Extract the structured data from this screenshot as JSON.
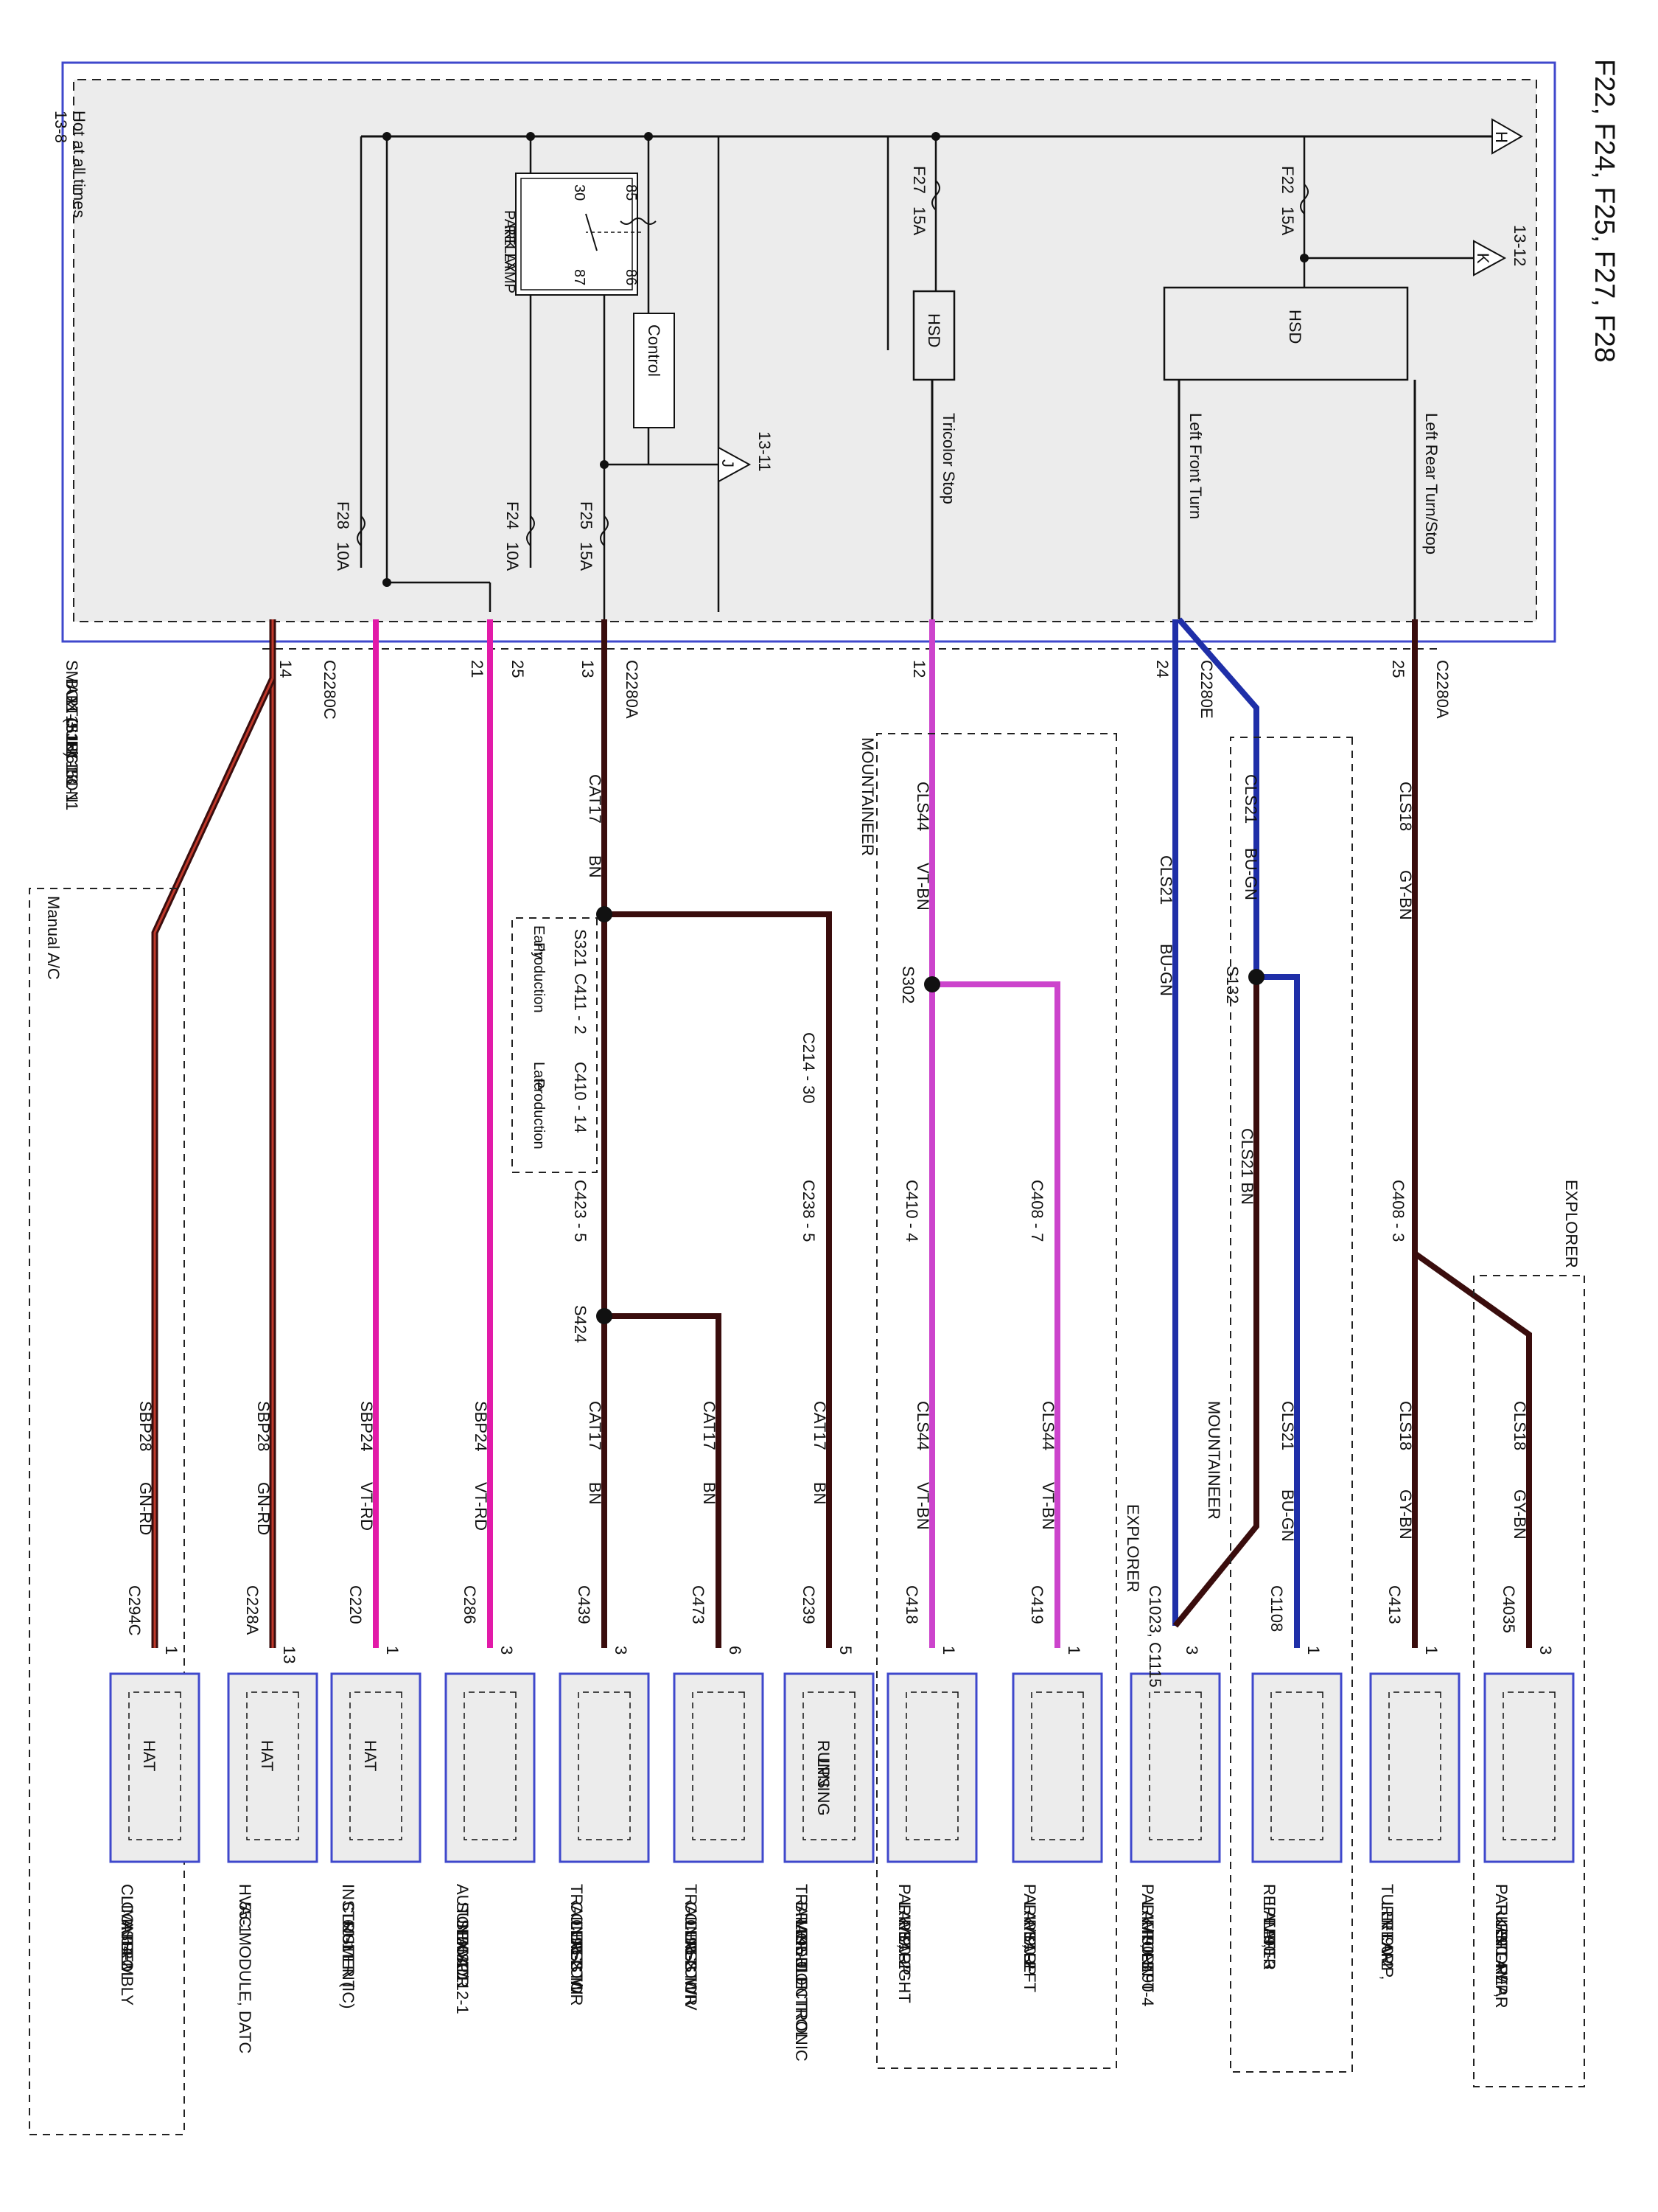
{
  "title": "F22, F24, F25, F27, F28",
  "sjb": {
    "label_lines": [
      "SMART JUNCTION",
      "BOX (SJB)",
      "11-3      11-6",
      "151-1     151-11",
      "151-13"
    ],
    "hot": {
      "tag": "H",
      "label": "Hot at all times",
      "ref": "13-8"
    },
    "tap_k": {
      "tag": "K",
      "ref": "13-12"
    },
    "tap_j": {
      "tag": "J",
      "ref": "13-11"
    },
    "hsd_labels": [
      "HSD",
      "HSD"
    ],
    "relay": {
      "title_lines": [
        "PARK LAMP",
        "RELAY"
      ],
      "pins": [
        "30",
        "85",
        "86",
        "87"
      ],
      "control": "Control"
    },
    "fuses": [
      {
        "name": "F22",
        "rating": "15A"
      },
      {
        "name": "F27",
        "rating": "15A"
      },
      {
        "name": "F25",
        "rating": "15A"
      },
      {
        "name": "F24",
        "rating": "10A"
      },
      {
        "name": "F28",
        "rating": "10A"
      }
    ],
    "output_labels": [
      "Left Rear Turn/Stop",
      "Left Front Turn",
      "Tricolor Stop"
    ]
  },
  "connectors": [
    {
      "name": "C2280A",
      "pin": "25"
    },
    {
      "name": "C2280E",
      "pin": "24"
    },
    {
      "pin": "12"
    },
    {
      "name": "C2280A",
      "pin": "13"
    },
    {
      "pin": "21"
    },
    {
      "pin": "25"
    },
    {
      "name": "C2280C",
      "pin": "14"
    }
  ],
  "circuits": [
    {
      "circuit": "CLS18",
      "color": "GY-BN"
    },
    {
      "circuit": "CLS21",
      "color": "BU-GN"
    },
    {
      "circuit": "CLS44",
      "color": "VT-BN"
    },
    {
      "circuit": "CAT17",
      "color": "BN"
    },
    {
      "circuit": "SBP24",
      "color": "VT-RD"
    },
    {
      "circuit": "SBP28",
      "color": "GN-RD"
    }
  ],
  "regions": {
    "mountaineer_a": "MOUNTAINEER",
    "mountaineer_b": "MOUNTAINEER",
    "explorer": "EXPLORER",
    "explorer_b": "EXPLORER",
    "manual_ac": "Manual A/C",
    "early": [
      "Early",
      "Production"
    ],
    "late": [
      "Late",
      "Production"
    ]
  },
  "splices": [
    "S132",
    "S302",
    "S321",
    "S424"
  ],
  "inline": [
    "C408 - 3",
    "C408 - 7",
    "C410 - 4",
    "C214 - 30",
    "C238 - 5",
    "C411 - 2",
    "C410 - 14",
    "C423 - 5"
  ],
  "extra_circuit": "CLS21    BN",
  "wire_colors": {
    "brown": "#3a0d0d",
    "blue": "#1f2fa8",
    "violet": "#cc44cc",
    "pink": "#e21aa8",
    "red": "#c0392b",
    "frame": "#3f48cc",
    "sjb_fill": "#ececec"
  },
  "components": [
    {
      "pin": "3",
      "conn": "C4035",
      "label": "PARK/STOP/\nTURN LAMP,\nLEFT REAR\n90-4",
      "inner": ""
    },
    {
      "pin": "1",
      "conn": "C413",
      "label": "TURN LAMP,\nLEFT\nREAR\n90-2",
      "inner": ""
    },
    {
      "pin": "1",
      "conn": "C1108",
      "label": "REPEATER\nLAMP,\nLEFT\n90-3",
      "inner": ""
    },
    {
      "pin": "3",
      "conn": "C1023, C1115",
      "label": "PARK/TURN\nLAMP, LEFT\nFRONT\n90-3     90-4",
      "inner": ""
    },
    {
      "pin": "1",
      "conn": "C419",
      "label": "PARK/STOP\nLAMP, LEFT\nREAR\n90-2",
      "inner": ""
    },
    {
      "pin": "1",
      "conn": "C418",
      "label": "PARK/STOP\nLAMP, RIGHT\nREAR\n90-2",
      "inner": ""
    },
    {
      "pin": "5",
      "conn": "C239",
      "label": "TRAILER ELECTRONIC\nBRAKE CONTROL\nMODULE\n95-1",
      "inner": "RUNNING\nLPS"
    },
    {
      "pin": "6",
      "conn": "C473",
      "label": "TRAILER TOW\nCONNECTOR\nCLASS III/IV\n95-2",
      "inner": ""
    },
    {
      "pin": "3",
      "conn": "C439",
      "label": "TRAILER TOW\nCONNECTOR\nCLASS I/II\n95-2",
      "inner": ""
    },
    {
      "pin": "3",
      "conn": "C286",
      "label": "AUTOLAMP/\nSUNLOAD\nSENSOR\n55-1     112-1",
      "inner": ""
    },
    {
      "pin": "1",
      "conn": "C220",
      "label": "INSTRUMENT\nCLUSTER (IC)\n60-1",
      "inner": "HAT"
    },
    {
      "pin": "13",
      "conn": "C228A",
      "label": "HVAC MODULE, DATC\n55-1",
      "inner": "HAT"
    },
    {
      "pin": "1",
      "conn": "C294C",
      "label": "CLIMATE\nCONTROL\nASSEMBLY\n54-2",
      "inner": "HAT"
    }
  ]
}
